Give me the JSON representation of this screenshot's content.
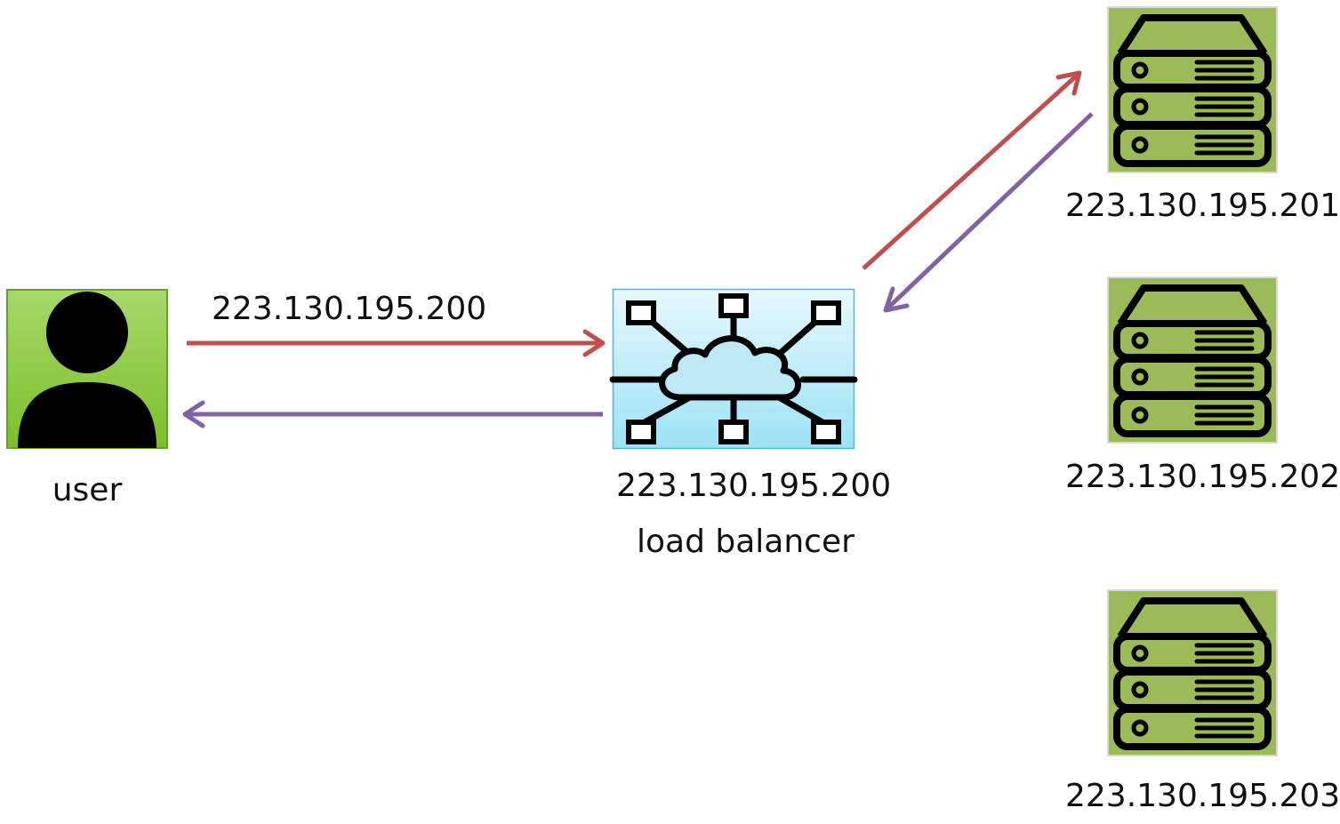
{
  "nodes": {
    "user": {
      "label": "user",
      "icon": "user-icon",
      "color": "#8dc63f"
    },
    "load_balancer": {
      "ip": "223.130.195.200",
      "label": "load balancer",
      "icon": "network-cloud-icon",
      "color": "#a6e6f7"
    },
    "servers": [
      {
        "ip": "223.130.195.201",
        "icon": "server-icon",
        "color": "#9bbb59"
      },
      {
        "ip": "223.130.195.202",
        "icon": "server-icon",
        "color": "#9bbb59"
      },
      {
        "ip": "223.130.195.203",
        "icon": "server-icon",
        "color": "#9bbb59"
      }
    ]
  },
  "connections": [
    {
      "from": "user",
      "to": "load_balancer",
      "label": "223.130.195.200",
      "color": "#c0504d"
    },
    {
      "from": "load_balancer",
      "to": "user",
      "label": "",
      "color": "#8064a2"
    },
    {
      "from": "load_balancer",
      "to": "server-1",
      "label": "",
      "color": "#c0504d"
    },
    {
      "from": "server-1",
      "to": "load_balancer",
      "label": "",
      "color": "#8064a2"
    }
  ]
}
